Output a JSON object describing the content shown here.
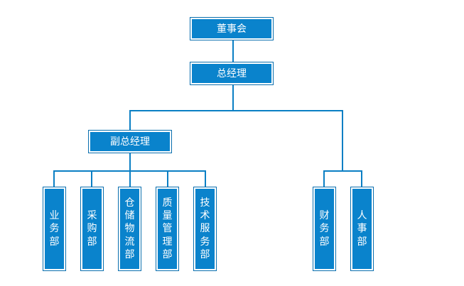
{
  "nodes": {
    "board": "董事会",
    "gm": "总经理",
    "vgm": "副总经理",
    "sales": "业务部",
    "purchasing": "采购部",
    "warehouse": "仓储物流部",
    "quality": "质量管理部",
    "tech_service": "技术服务部",
    "finance": "财务部",
    "hr": "人事部"
  }
}
